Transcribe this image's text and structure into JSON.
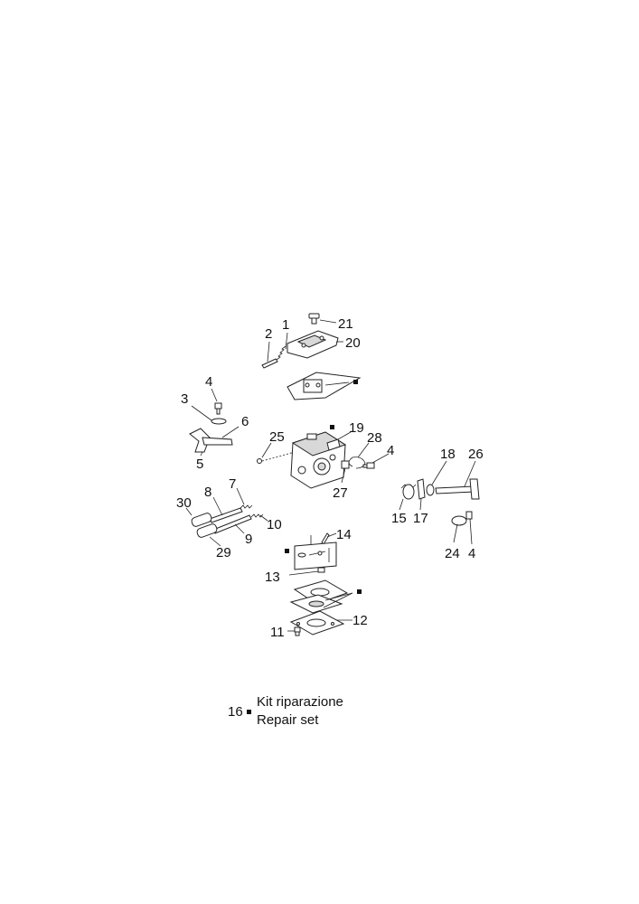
{
  "callouts": {
    "c1": "1",
    "c2": "2",
    "c21": "21",
    "c20": "20",
    "c4a": "4",
    "c3": "3",
    "c6": "6",
    "c5": "5",
    "c25": "25",
    "c19": "19",
    "c28": "28",
    "c4b": "4",
    "c27": "27",
    "c18": "18",
    "c26": "26",
    "c15": "15",
    "c17": "17",
    "c24": "24",
    "c4c": "4",
    "c7": "7",
    "c8": "8",
    "c30": "30",
    "c10": "10",
    "c9": "9",
    "c29": "29",
    "c14": "14",
    "c13": "13",
    "c12": "12",
    "c11": "11"
  },
  "legend": {
    "number": "16",
    "line1": "Kit riparazione",
    "line2": "Repair set"
  }
}
